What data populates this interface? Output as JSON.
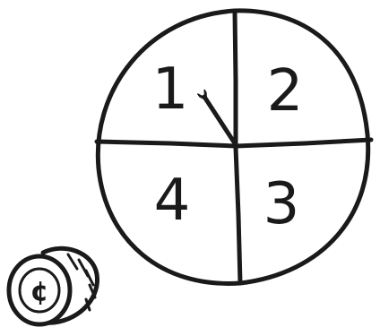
{
  "spinner": {
    "quadrants": [
      {
        "id": "q1",
        "label": "1"
      },
      {
        "id": "q2",
        "label": "2"
      },
      {
        "id": "q3",
        "label": "3"
      },
      {
        "id": "q4",
        "label": "4"
      }
    ],
    "pointer_points_to": "1"
  },
  "coin": {
    "label": "¢"
  },
  "colors": {
    "ink": "#1a1a1a",
    "paper": "#ffffff"
  },
  "icons": {
    "spinner": "spinner-icon",
    "arrow": "arrow-icon",
    "coin": "coin-icon"
  }
}
